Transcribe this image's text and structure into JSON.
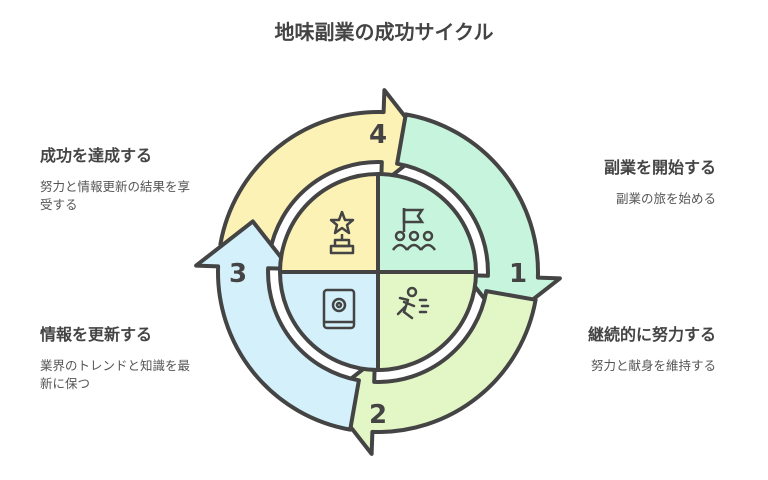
{
  "title": "地味副業の成功サイクル",
  "steps": [
    {
      "number": "1",
      "heading": "副業を開始する",
      "description": "副業の旅を始める",
      "color": "#c6f4dc"
    },
    {
      "number": "2",
      "heading": "継続的に努力する",
      "description": "努力と献身を維持する",
      "color": "#e3f7c6"
    },
    {
      "number": "3",
      "heading": "情報を更新する",
      "description": "業界のトレンドと知識を最新に保つ",
      "color": "#d3f0fb"
    },
    {
      "number": "4",
      "heading": "成功を達成する",
      "description": "努力と情報更新の結果を享受する",
      "color": "#fdf2b6"
    }
  ]
}
